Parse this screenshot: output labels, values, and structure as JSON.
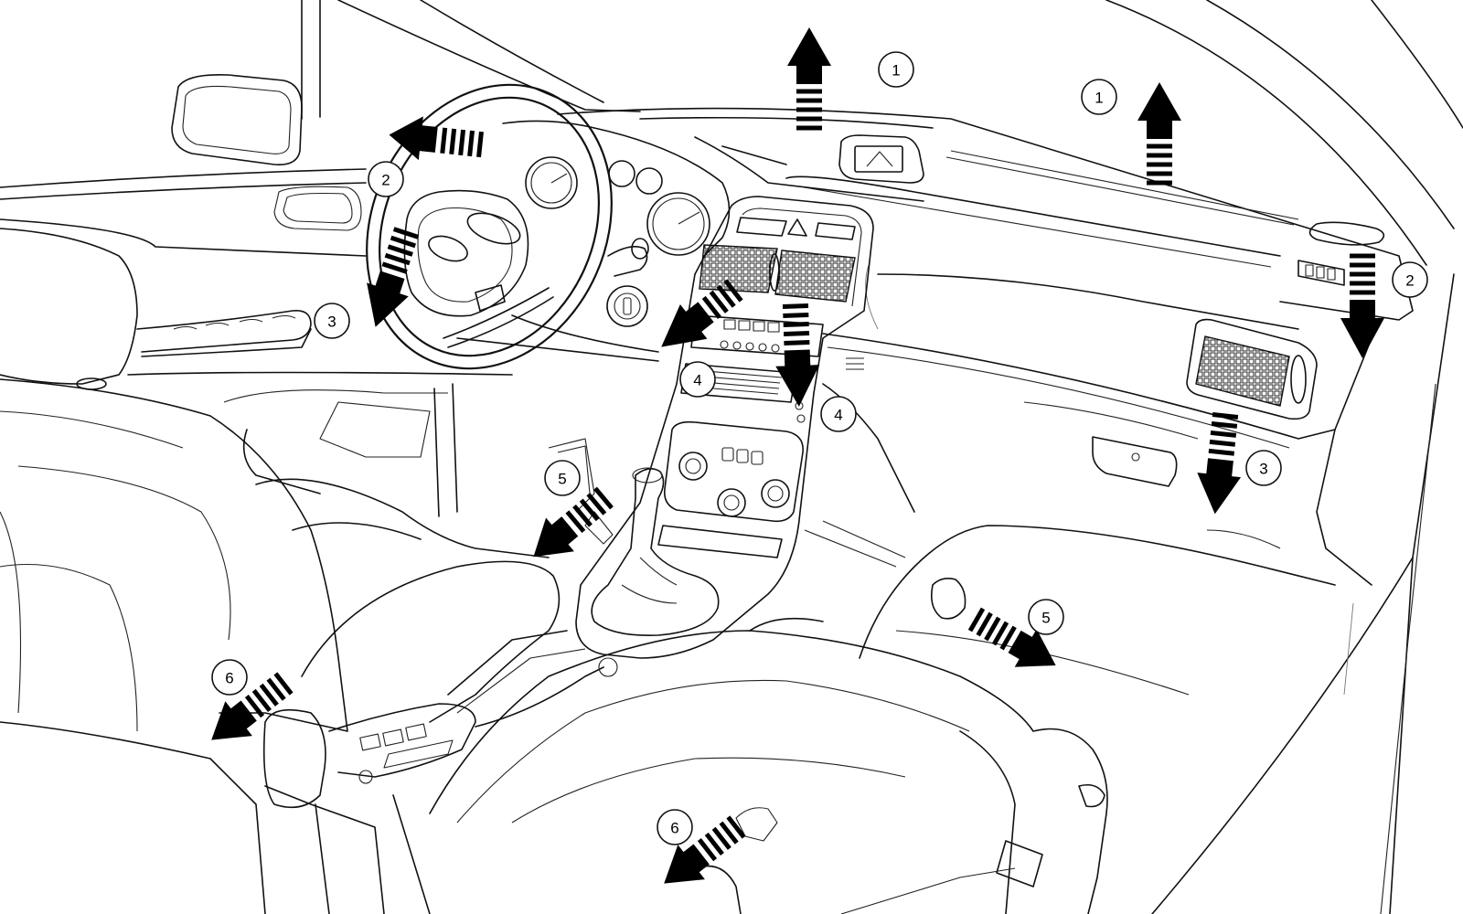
{
  "callouts": [
    {
      "id": "c1a",
      "text": "1"
    },
    {
      "id": "c1b",
      "text": "1"
    },
    {
      "id": "c2a",
      "text": "2"
    },
    {
      "id": "c2b",
      "text": "2"
    },
    {
      "id": "c3a",
      "text": "3"
    },
    {
      "id": "c3b",
      "text": "3"
    },
    {
      "id": "c4a",
      "text": "4"
    },
    {
      "id": "c4b",
      "text": "4"
    },
    {
      "id": "c5a",
      "text": "5"
    },
    {
      "id": "c5b",
      "text": "5"
    },
    {
      "id": "c6a",
      "text": "6"
    },
    {
      "id": "c6b",
      "text": "6"
    }
  ],
  "colors": {
    "line": "#111111",
    "background": "#ffffff",
    "arrow": "#000000"
  }
}
